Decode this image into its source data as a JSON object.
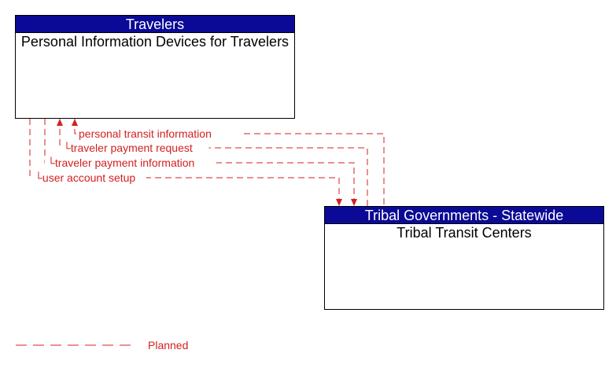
{
  "colors": {
    "header_bg": "#0a0a96",
    "planned": "#d42020"
  },
  "nodes": {
    "travelers": {
      "header": "Travelers",
      "title": "Personal Information Devices for Travelers"
    },
    "tribal": {
      "header": "Tribal Governments - Statewide",
      "title": "Tribal Transit Centers"
    }
  },
  "flows": [
    {
      "label": "personal transit information",
      "direction": "to-travelers",
      "status": "planned"
    },
    {
      "label": "traveler payment request",
      "direction": "to-travelers",
      "status": "planned"
    },
    {
      "label": "traveler payment information",
      "direction": "to-tribal",
      "status": "planned"
    },
    {
      "label": "user account setup",
      "direction": "to-tribal",
      "status": "planned"
    }
  ],
  "legend": {
    "planned_label": "Planned"
  }
}
